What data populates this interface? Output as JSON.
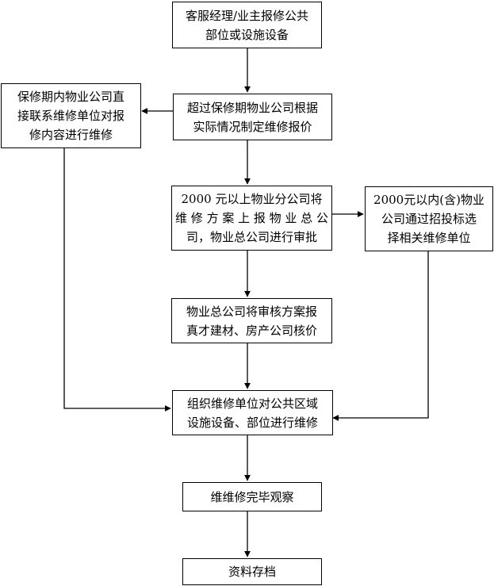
{
  "nodes": {
    "n1": {
      "lines": [
        "客服经理/业主报修公共",
        "部位或设施设备"
      ]
    },
    "n2": {
      "lines": [
        "超过保修期物业公司根据",
        "实际情况制定维修报价"
      ]
    },
    "n3": {
      "lines": [
        "保修期内物业公司直",
        "接联系维修单位对报",
        "修内容进行维修"
      ]
    },
    "n4": {
      "lines": [
        "2000 元以上物业分公司将",
        "维 修 方 案 上 报 物 业 总 公",
        "司，物业总公司进行审批"
      ]
    },
    "n5": {
      "lines": [
        "2000元以内(含)物业",
        "公司通过招投标选",
        "择相关维修单位"
      ]
    },
    "n6": {
      "lines": [
        "物业总公司将审核方案报",
        "真才建材、房产公司核价"
      ]
    },
    "n7": {
      "lines": [
        "组织维修单位对公共区域",
        "设施设备、部位进行维修"
      ]
    },
    "n8": {
      "lines": [
        "维维修完毕观察"
      ]
    },
    "n9": {
      "lines": [
        "资料存档"
      ]
    }
  },
  "edges": [
    {
      "from": "n1",
      "to": "n2"
    },
    {
      "from": "n2",
      "to": "n3"
    },
    {
      "from": "n2",
      "to": "n4"
    },
    {
      "from": "n4",
      "to": "n5"
    },
    {
      "from": "n4",
      "to": "n6"
    },
    {
      "from": "n6",
      "to": "n7"
    },
    {
      "from": "n3",
      "to": "n7"
    },
    {
      "from": "n5",
      "to": "n7"
    },
    {
      "from": "n7",
      "to": "n8"
    },
    {
      "from": "n8",
      "to": "n9"
    }
  ]
}
